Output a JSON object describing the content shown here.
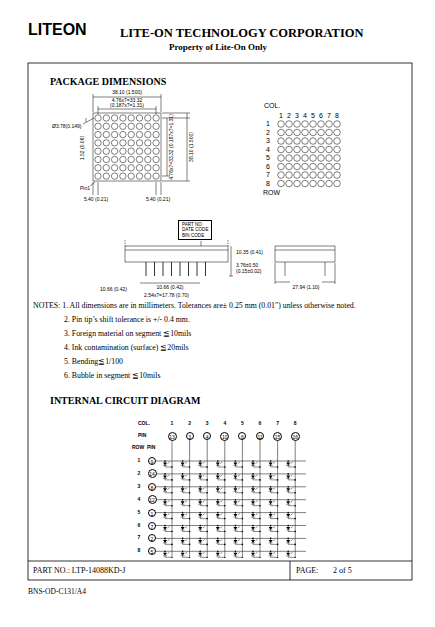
{
  "diagram": {
    "nodes": [
      {
        "text": [
          "PART NO.",
          "DATE CODE",
          "BIN CODE"
        ]
      },
      {
        "text": [
          "13"
        ]
      },
      {
        "text": [
          "3"
        ]
      },
      {
        "text": [
          "4"
        ]
      },
      {
        "text": [
          "10"
        ]
      },
      {
        "text": [
          "6"
        ]
      },
      {
        "text": [
          "11"
        ]
      },
      {
        "text": [
          "15"
        ]
      },
      {
        "text": [
          "16"
        ]
      },
      {
        "text": [
          "9"
        ]
      },
      {
        "text": [
          "14"
        ]
      },
      {
        "text": [
          "8"
        ]
      },
      {
        "text": [
          "12"
        ]
      },
      {
        "text": [
          "1"
        ]
      },
      {
        "text": [
          "7"
        ]
      },
      {
        "text": [
          "2"
        ]
      },
      {
        "text": [
          "5"
        ]
      }
    ],
    "labels": [
      "LITEON",
      "LITE-ON TECHNOLOGY CORPORATION",
      "Property of Lite-On Only",
      "PACKAGE DIMENSIONS",
      "38.10 (1.500)",
      "4.76x7=33.32",
      "(0.187x7=1.31)",
      "Ø3.78(0.149)",
      "1.52 (0.06)",
      "4.76x7=33.32 (0.187x7=1.31)",
      "38.10 (1.500)",
      "Pin1",
      "5.40 (0.21)",
      "5.40 (0.21)",
      "COL.",
      "1",
      "2",
      "3",
      "4",
      "5",
      "6",
      "7",
      "8",
      "1",
      "2",
      "3",
      "4",
      "5",
      "6",
      "7",
      "8",
      "ROW",
      "10.35 (0.41)",
      "3.76±0.50",
      "(0.15±0.02)",
      "10.66 (0.42)",
      "10.66 (0.42)",
      "2.54x7=17.78 (0.70)",
      "27.94 (1.10)",
      "NOTES: 1. All dimensions are in millimeters. Tolerances are± 0.25 mm (0.01\") unless otherwise noted.",
      "2. Pin tip’s shift tolerance is +/- 0.4 mm.",
      "3. Foreign material on segment ≦10mils",
      "4. Ink contamination (surface) ≦20mils",
      "5. Bending≦1/100",
      "6. Bubble in segment ≦10mils",
      "INTERNAL CIRCUIT DIAGRAM",
      "COL.",
      "1",
      "2",
      "3",
      "4",
      "5",
      "6",
      "7",
      "8",
      "PIN",
      "ROW",
      "PIN",
      "1",
      "2",
      "3",
      "4",
      "5",
      "6",
      "7",
      "8",
      "PART NO.: LTP-14088KD-J",
      "PAGE:",
      "2 of 5",
      "BNS-OD-C131/A4"
    ]
  }
}
